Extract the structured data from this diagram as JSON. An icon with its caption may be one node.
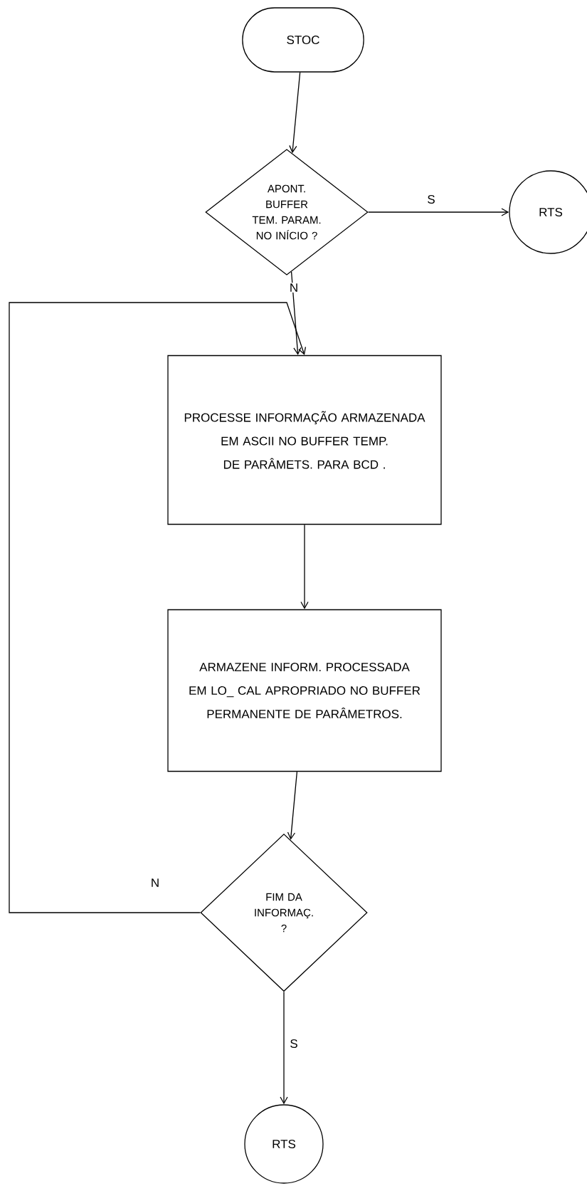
{
  "diagram": {
    "nodes": [
      {
        "text": [
          "STOC"
        ]
      },
      {
        "text": [
          "APONT. BUFFER TEM. PARAM. NO INÍCIO ?"
        ]
      },
      {
        "text": [
          "RTS"
        ]
      },
      {
        "text": [
          "PROCESSE INFORMAÇÃO ARMAZENADA EM ASCII NO BUFFER TEMP. DE PARÂMETS. PARA BCD ."
        ]
      },
      {
        "text": [
          "ARMAZENE INFORM. PROCESSADA EM LO_ CAL APROPRIADO NO BUFFER PERMANENTE DE PARÂMETROS."
        ]
      },
      {
        "text": [
          "FIM DA INFORMAÇ. ?"
        ]
      },
      {
        "text": [
          "RTS"
        ]
      }
    ],
    "edges": [
      {
        "from": 0,
        "to": 1,
        "arrow": "to"
      },
      {
        "from": 1,
        "to": 2,
        "arrow": "to",
        "label": "S"
      },
      {
        "from": 1,
        "to": 3,
        "arrow": "to",
        "label": "N"
      },
      {
        "from": 3,
        "to": 4,
        "arrow": "to"
      },
      {
        "from": 4,
        "to": 5,
        "arrow": "to"
      },
      {
        "from": 5,
        "to": 3,
        "arrow": "to",
        "label": "N"
      },
      {
        "from": 5,
        "to": 6,
        "arrow": "to",
        "label": "S"
      }
    ]
  }
}
